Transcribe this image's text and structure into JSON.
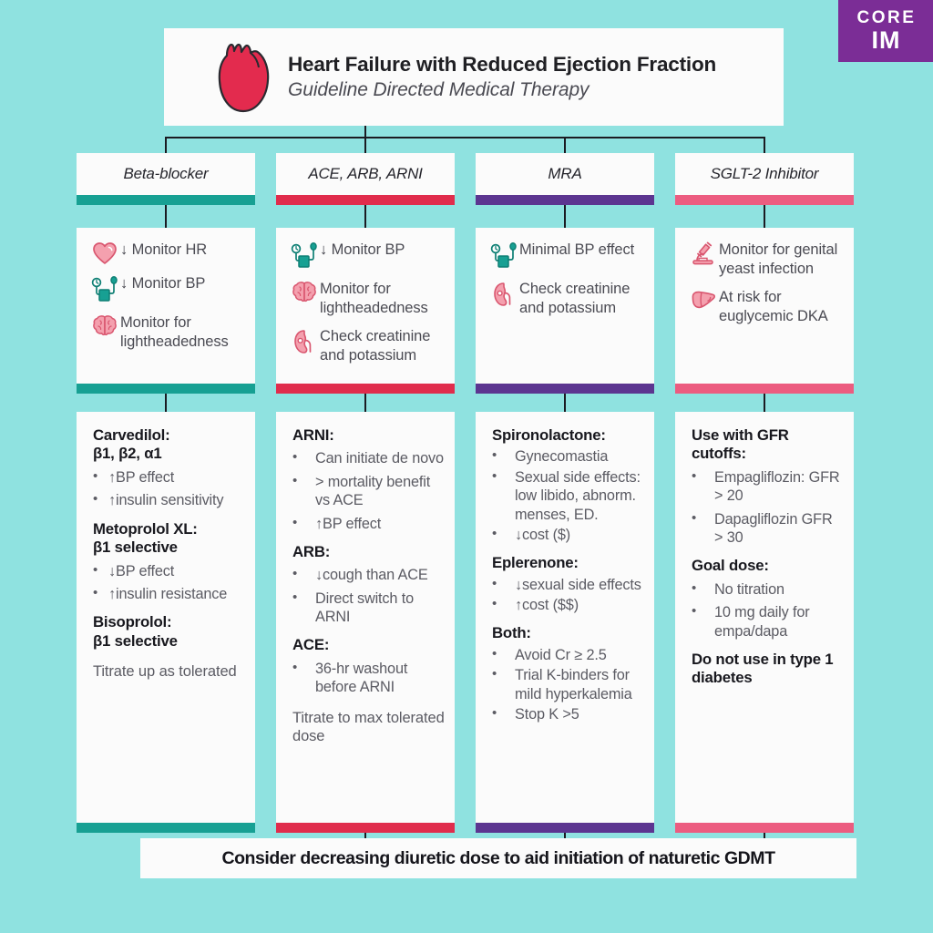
{
  "logo": {
    "line1": "CORE",
    "line2": "IM"
  },
  "header": {
    "title": "Heart Failure with Reduced Ejection Fraction",
    "subtitle": "Guideline Directed Medical Therapy",
    "icon": "anatomical-heart-icon"
  },
  "colors": {
    "background": "#8fe2e0",
    "card": "#fbfbfb",
    "line": "#1b1b22",
    "logo_purple": "#7b2d96",
    "accent_teal": "#17a093",
    "accent_crimson": "#e02c4c",
    "accent_purple": "#5c3590",
    "accent_pink": "#ec5c80",
    "icon_pink": "#f4a0ae",
    "icon_teal": "#17a093",
    "heart_red": "#e32b4e"
  },
  "columns": [
    {
      "header": "Beta-blocker",
      "accent": "#17a093",
      "monitor": [
        {
          "icon": "heart-icon",
          "arrow": "↓",
          "text": "Monitor HR"
        },
        {
          "icon": "blood-pressure-cuff-icon",
          "arrow": "↓",
          "text": "Monitor BP"
        },
        {
          "icon": "brain-icon",
          "arrow": "",
          "text": "Monitor for lightheadedness"
        }
      ],
      "details": [
        {
          "type": "head",
          "text": "Carvedilol:\nβ1, β2, α1"
        },
        {
          "type": "list",
          "indent": "a",
          "items": [
            "↑BP effect",
            "↑insulin sensitivity"
          ]
        },
        {
          "type": "head",
          "text": "Metoprolol XL:\nβ1 selective"
        },
        {
          "type": "list",
          "indent": "a",
          "items": [
            "↓BP effect",
            "↑insulin resistance"
          ]
        },
        {
          "type": "head",
          "text": "Bisoprolol:\nβ1 selective"
        },
        {
          "type": "plain",
          "text": "Titrate up as tolerated"
        }
      ]
    },
    {
      "header": "ACE, ARB, ARNI",
      "accent": "#e02c4c",
      "monitor": [
        {
          "icon": "blood-pressure-cuff-icon",
          "arrow": "↓",
          "text": "Monitor BP"
        },
        {
          "icon": "brain-icon",
          "arrow": "",
          "text": "Monitor for lightheadedness"
        },
        {
          "icon": "kidney-icon",
          "arrow": "",
          "text": "Check creatinine and potassium"
        }
      ],
      "details": [
        {
          "type": "head",
          "text": "ARNI:"
        },
        {
          "type": "list",
          "indent": "b",
          "items": [
            "Can initiate de novo",
            "> mortality benefit vs ACE",
            "↑BP effect"
          ]
        },
        {
          "type": "head",
          "text": "ARB:"
        },
        {
          "type": "list",
          "indent": "b",
          "items": [
            "↓cough than ACE",
            "Direct switch to ARNI"
          ]
        },
        {
          "type": "head",
          "text": "ACE:"
        },
        {
          "type": "list",
          "indent": "b",
          "items": [
            "36-hr washout before ARNI"
          ]
        },
        {
          "type": "plain",
          "text": "Titrate to max tolerated dose"
        }
      ]
    },
    {
      "header": "MRA",
      "accent": "#5c3590",
      "monitor": [
        {
          "icon": "blood-pressure-cuff-icon",
          "arrow": "",
          "text": "Minimal BP effect"
        },
        {
          "icon": "kidney-icon",
          "arrow": "",
          "text": "Check creatinine and potassium"
        }
      ],
      "details": [
        {
          "type": "head",
          "text": "Spironolactone:"
        },
        {
          "type": "list",
          "indent": "b",
          "tight": true,
          "items": [
            "Gynecomastia",
            "Sexual side effects: low libido, abnorm. menses, ED.",
            "↓cost ($)"
          ]
        },
        {
          "type": "head",
          "text": "Eplerenone:"
        },
        {
          "type": "list",
          "indent": "b",
          "tight": true,
          "items": [
            "↓sexual side effects",
            "↑cost ($$)"
          ]
        },
        {
          "type": "head",
          "text": "Both:"
        },
        {
          "type": "list",
          "indent": "b",
          "tight": true,
          "items": [
            "Avoid Cr ≥ 2.5",
            "Trial K-binders for mild hyperkalemia",
            "Stop K >5"
          ]
        }
      ]
    },
    {
      "header": "SGLT-2 Inhibitor",
      "accent": "#ec5c80",
      "monitor": [
        {
          "icon": "microscope-icon",
          "arrow": "",
          "text": "Monitor for genital yeast infection"
        },
        {
          "icon": "liver-icon",
          "arrow": "",
          "text": "At risk for euglycemic DKA"
        }
      ],
      "details": [
        {
          "type": "head",
          "text": "Use with GFR cutoffs:"
        },
        {
          "type": "list",
          "indent": "b",
          "items": [
            "Empagliflozin: GFR > 20",
            "Dapagliflozin GFR > 30"
          ]
        },
        {
          "type": "head",
          "text": "Goal dose:"
        },
        {
          "type": "list",
          "indent": "b",
          "items": [
            "No titration",
            "10 mg daily for empa/dapa"
          ]
        },
        {
          "type": "head",
          "text": "Do not use in type 1 diabetes"
        }
      ]
    }
  ],
  "footer": {
    "text": "Consider decreasing diuretic dose to aid initiation of naturetic GDMT"
  }
}
